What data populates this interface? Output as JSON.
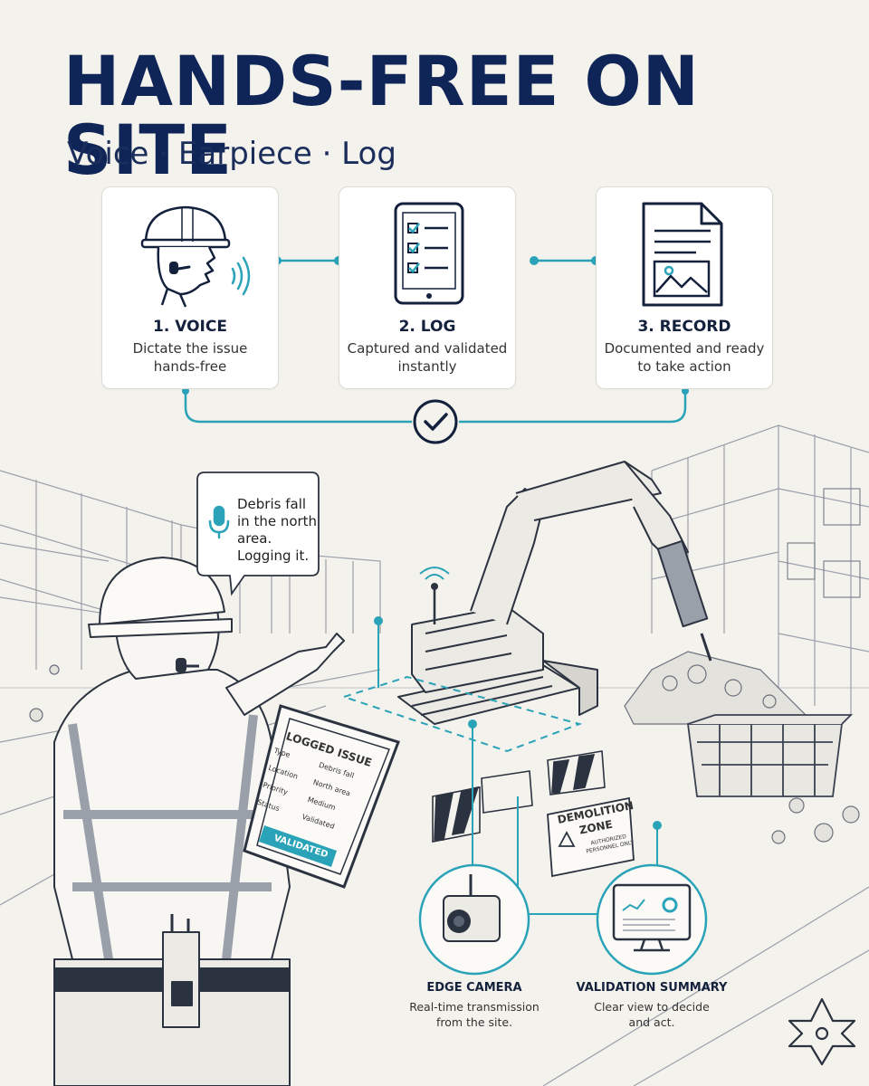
{
  "header": {
    "title": "HANDS-FREE ON SITE",
    "subtitle": "Voice · Earpiece · Log"
  },
  "steps": [
    {
      "label": "1. VOICE",
      "desc1": "Dictate the issue",
      "desc2": "hands-free",
      "icon": "worker-earpiece-icon"
    },
    {
      "label": "2. LOG",
      "desc1": "Captured and validated",
      "desc2": "instantly",
      "icon": "tablet-checklist-icon"
    },
    {
      "label": "3. RECORD",
      "desc1": "Documented and ready",
      "desc2": "to take action",
      "icon": "document-image-icon"
    }
  ],
  "flow": {
    "connector_icon": "checkmark-circle-icon",
    "accent": "#2aa3b8"
  },
  "speech_bubble": {
    "icon": "microphone-icon",
    "lines": [
      "Debris fall",
      "in the north",
      "area.",
      "Logging it."
    ]
  },
  "tablet": {
    "title": "LOGGED ISSUE",
    "rows": [
      {
        "key": "Type",
        "value": "Debris fall"
      },
      {
        "key": "Location",
        "value": "North area"
      },
      {
        "key": "Priority",
        "value": "Medium"
      },
      {
        "key": "Status",
        "value": "Validated"
      }
    ],
    "button": "VALIDATED"
  },
  "sign": {
    "line1": "DEMOLITION",
    "line2": "ZONE",
    "line3": "AUTHORIZED",
    "line4": "PERSONNEL ONLY"
  },
  "features": [
    {
      "label": "EDGE CAMERA",
      "desc1": "Real-time transmission",
      "desc2": "from the site.",
      "icon": "camera-icon"
    },
    {
      "label": "VALIDATION SUMMARY",
      "desc1": "Clear view to decide",
      "desc2": "and act.",
      "icon": "monitor-dashboard-icon"
    }
  ],
  "logo": {
    "icon": "brand-logo-icon"
  },
  "colors": {
    "navy": "#0f2557",
    "teal": "#2aa3b8",
    "background": "#f4f2ec"
  }
}
